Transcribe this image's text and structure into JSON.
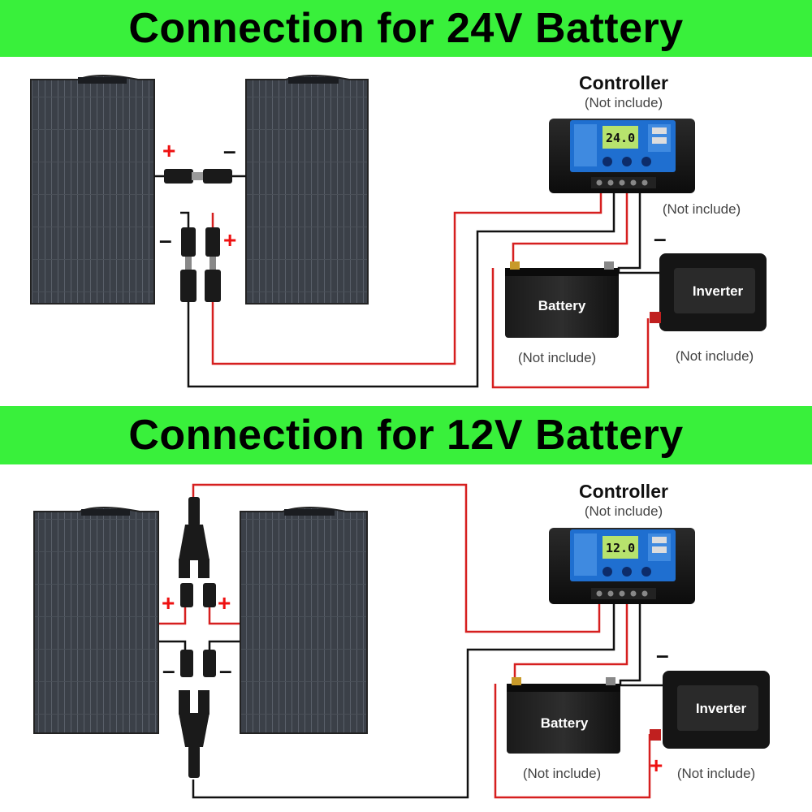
{
  "sections": {
    "top": {
      "title": "Connection for 24V Battery",
      "controller_label": "Controller",
      "controller_note": "(Not include)",
      "load_note": "(Not include)",
      "battery_label": "Battery",
      "battery_note": "(Not include)",
      "inverter_label": "Inverter",
      "inverter_note": "(Not include)",
      "lcd_value": "24.0",
      "signs": {
        "series_pos": "+",
        "series_neg": "–",
        "out_neg": "–",
        "out_pos": "+",
        "inverter_neg": "–"
      }
    },
    "bottom": {
      "title": "Connection for 12V Battery",
      "controller_label": "Controller",
      "controller_note": "(Not include)",
      "battery_label": "Battery",
      "battery_note": "(Not include)",
      "inverter_label": "Inverter",
      "inverter_note": "(Not include)",
      "lcd_value": "12.0",
      "signs": {
        "pos_left": "+",
        "pos_right": "+",
        "neg_left": "–",
        "neg_right": "–",
        "inverter_neg": "–",
        "inverter_pos": "+"
      }
    }
  },
  "colors": {
    "banner": "#39f03b",
    "wire_red": "#d61f1f",
    "wire_black": "#111111",
    "panel": "#3b4048",
    "controller_face": "#1f6fd0"
  }
}
